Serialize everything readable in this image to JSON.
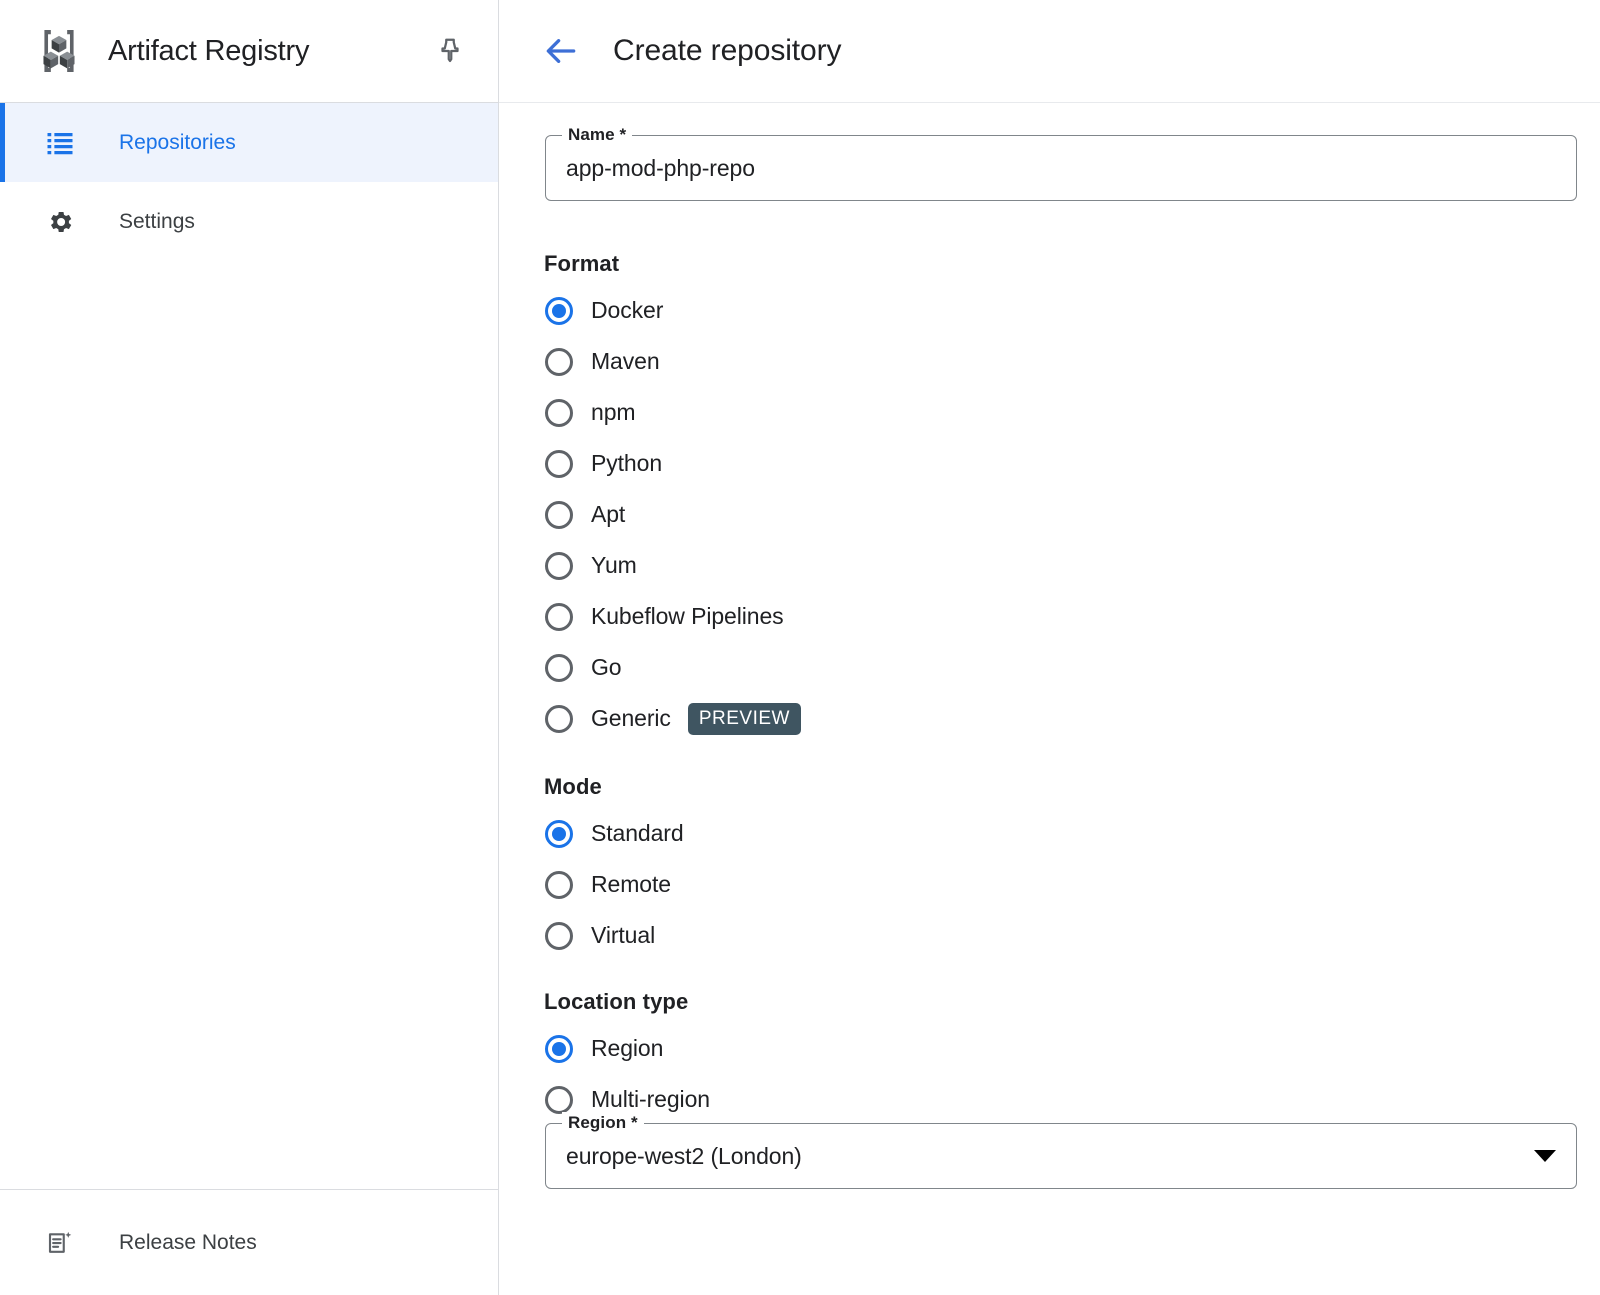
{
  "sidebar": {
    "product_title": "Artifact Registry",
    "logo_icon": "artifact-registry-logo",
    "pin_icon": "pin-icon",
    "items": [
      {
        "label": "Repositories",
        "icon": "list-icon",
        "active": true
      },
      {
        "label": "Settings",
        "icon": "gear-icon",
        "active": false
      }
    ],
    "footer": {
      "label": "Release Notes",
      "icon": "release-notes-icon"
    }
  },
  "header": {
    "back_icon": "arrow-left-icon",
    "title": "Create repository"
  },
  "form": {
    "name_field": {
      "label": "Name *",
      "value": "app-mod-php-repo",
      "placeholder": ""
    },
    "format": {
      "title": "Format",
      "selected": "Docker",
      "options": [
        {
          "label": "Docker",
          "checked": true,
          "badge": ""
        },
        {
          "label": "Maven",
          "checked": false,
          "badge": ""
        },
        {
          "label": "npm",
          "checked": false,
          "badge": ""
        },
        {
          "label": "Python",
          "checked": false,
          "badge": ""
        },
        {
          "label": "Apt",
          "checked": false,
          "badge": ""
        },
        {
          "label": "Yum",
          "checked": false,
          "badge": ""
        },
        {
          "label": "Kubeflow Pipelines",
          "checked": false,
          "badge": ""
        },
        {
          "label": "Go",
          "checked": false,
          "badge": ""
        },
        {
          "label": "Generic",
          "checked": false,
          "badge": "PREVIEW"
        }
      ]
    },
    "mode": {
      "title": "Mode",
      "selected": "Standard",
      "options": [
        {
          "label": "Standard",
          "checked": true,
          "badge": ""
        },
        {
          "label": "Remote",
          "checked": false,
          "badge": ""
        },
        {
          "label": "Virtual",
          "checked": false,
          "badge": ""
        }
      ]
    },
    "location_type": {
      "title": "Location type",
      "selected": "Region",
      "options": [
        {
          "label": "Region",
          "checked": true,
          "badge": ""
        },
        {
          "label": "Multi-region",
          "checked": false,
          "badge": ""
        }
      ]
    },
    "region_field": {
      "label": "Region *",
      "value": "europe-west2 (London)",
      "caret_icon": "chevron-down-icon"
    }
  },
  "colors": {
    "accent_blue": "#1a73e8",
    "active_nav_bg": "#eef3fd",
    "badge_bg": "#3f5561",
    "border_gray": "#dadce0",
    "field_border": "#80868b",
    "text_primary": "#202124",
    "icon_gray": "#5f6368"
  }
}
